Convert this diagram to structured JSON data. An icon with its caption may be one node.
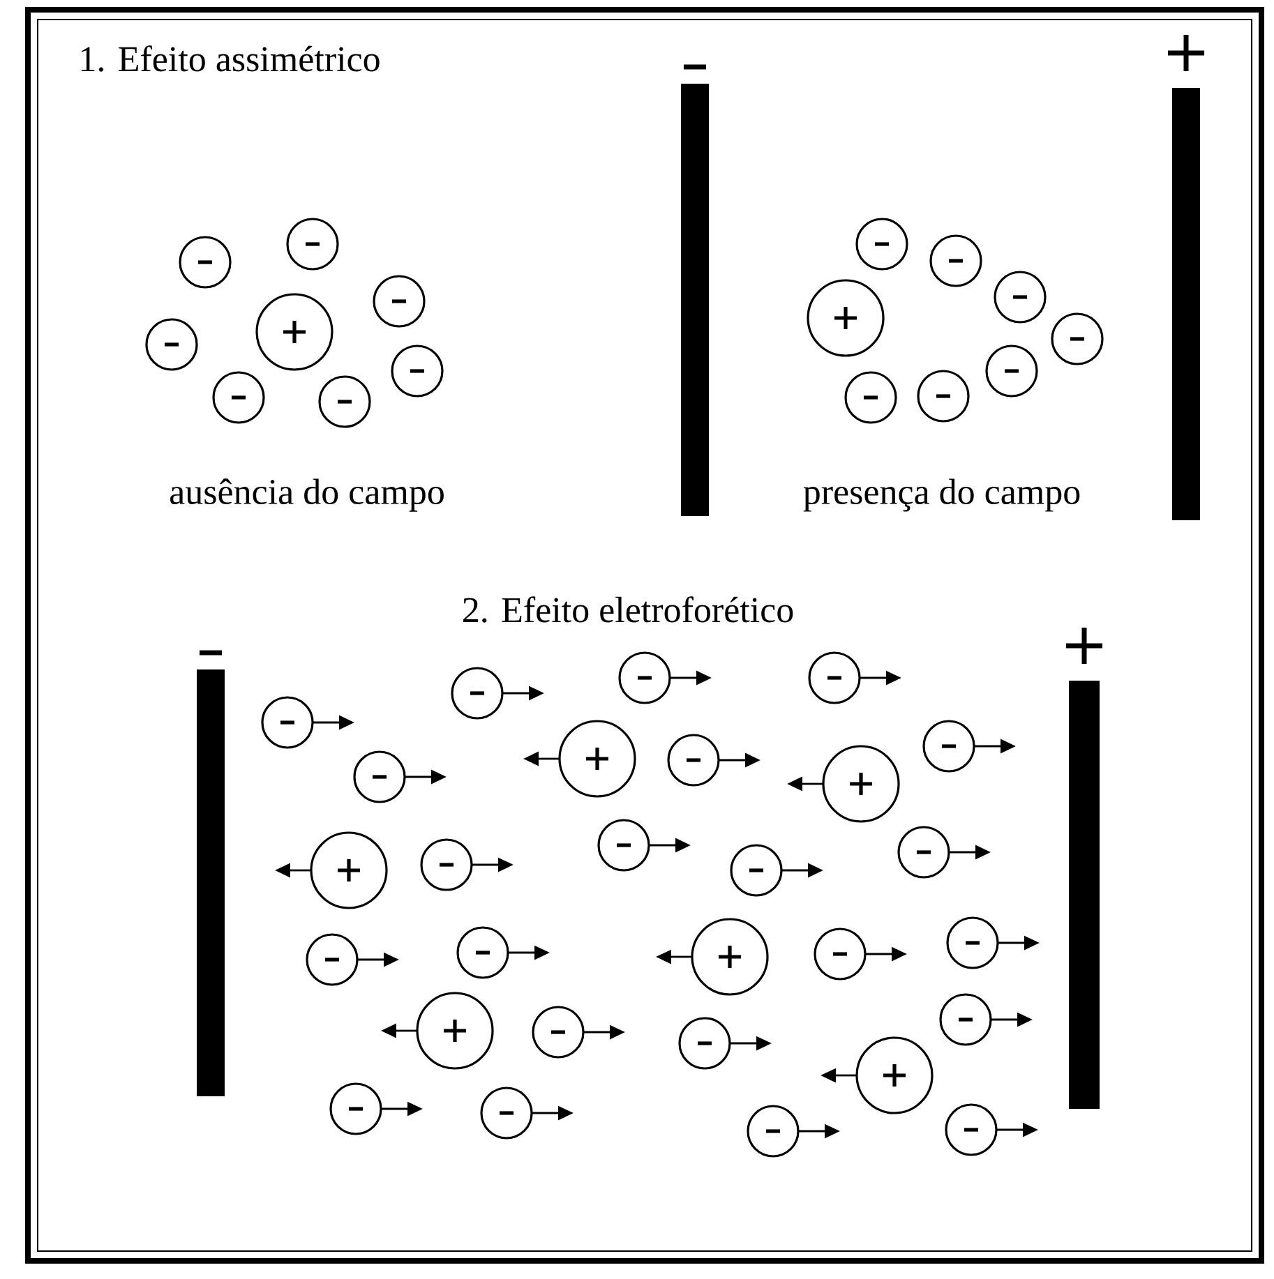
{
  "diagram": {
    "labels": [
      "1. Efeito assimétrico",
      "ausência do campo",
      "presença do campo",
      "2. Efeito eletroforético"
    ]
  }
}
